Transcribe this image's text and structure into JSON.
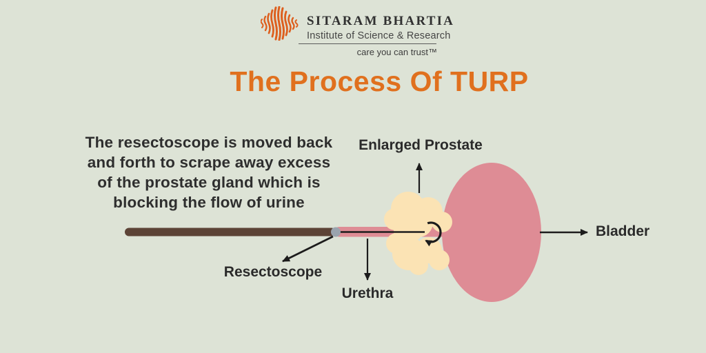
{
  "brand": {
    "name": "SITARAM BHARTIA",
    "subtitle": "Institute of Science & Research",
    "tagline": "care you can trust™",
    "logo_icon": "sound-wave-icon",
    "logo_color": "#DD5F1E"
  },
  "title": {
    "text": "The Process Of TURP",
    "color": "#E0701E"
  },
  "description": "The resectoscope is moved back\nand forth to scrape away excess\nof the prostate gland which is\nblocking the flow of urine",
  "labels": {
    "enlarged_prostate": "Enlarged Prostate",
    "resectoscope": "Resectoscope",
    "urethra": "Urethra",
    "bladder": "Bladder"
  },
  "icons": {
    "logo_mark": "sound-wave",
    "rotation": "circular-arrow-clockwise"
  },
  "colors": {
    "background": "#DDE3D6",
    "bladder_pink": "#DE8C95",
    "prostate_cream": "#FBE3B4",
    "rod_brown": "#5C4336",
    "scope_tip_gray": "#9AA4AE",
    "arrow_black": "#1C1C1C",
    "text_dark": "#2E2E2E"
  }
}
